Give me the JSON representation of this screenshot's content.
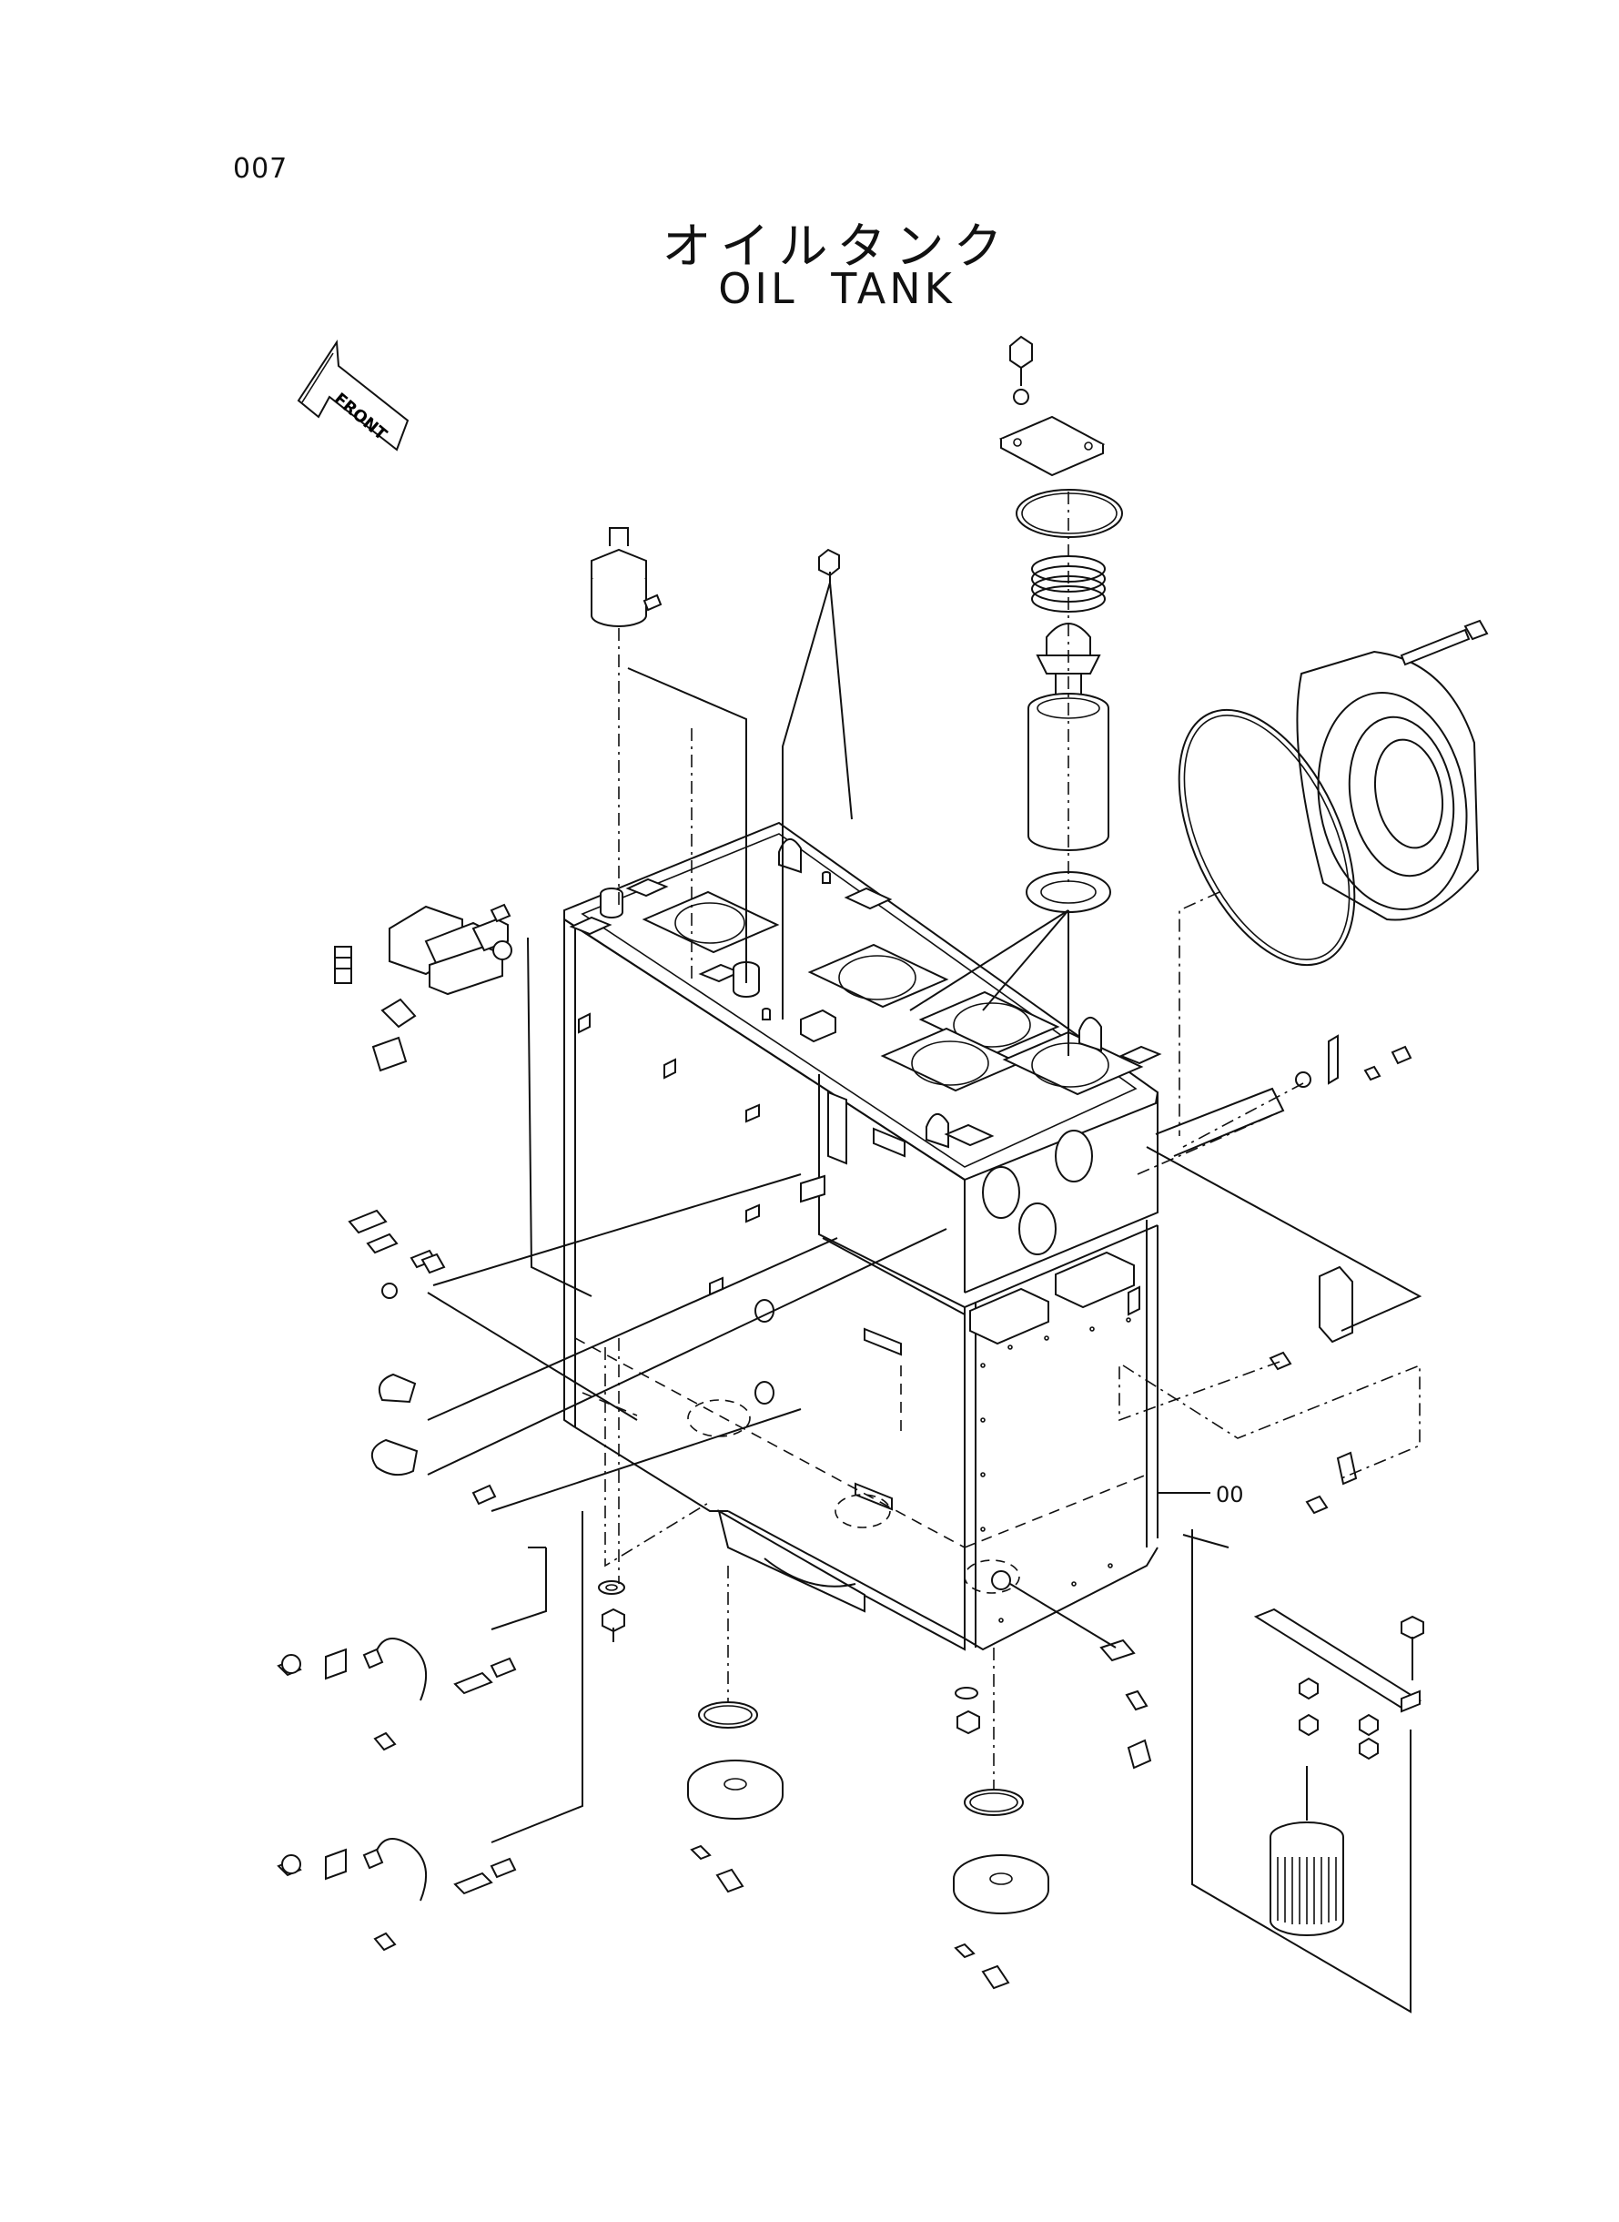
{
  "page_number": "007",
  "title_jp": "オイルタンク",
  "title_en": "OIL  TANK",
  "front_arrow_label": "FRONT",
  "part_callouts": [
    {
      "label": "00",
      "refers_to": "oil tank body"
    }
  ],
  "icons": [
    "front-direction-arrow-icon"
  ]
}
